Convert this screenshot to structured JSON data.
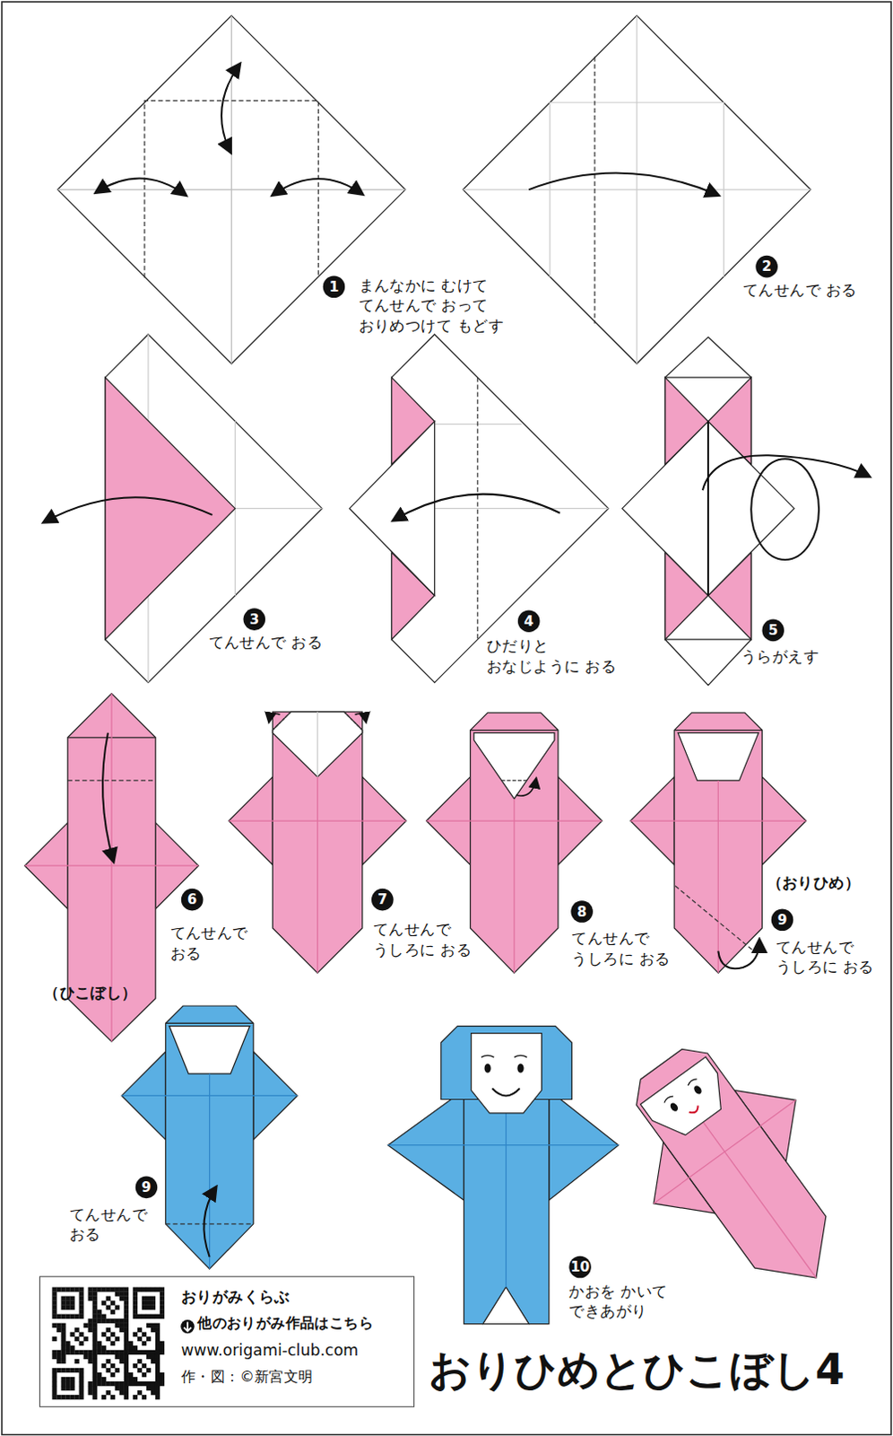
{
  "diagram": {
    "title": "おりひめとひこぼし4",
    "nodes": [
      {
        "text": [
          "おりがみくらぶ",
          "他のおりがみ作品はこちら",
          "www.origami-club.com",
          "作・図：©新宮文明"
        ]
      }
    ],
    "labels": [
      "1",
      "まんなかに むけて てんせんで おって おりめつけて もどす",
      "2",
      "てんせんで おる",
      "3",
      "てんせんで おる",
      "4",
      "ひだりと おなじように おる",
      "5",
      "うらがえす",
      "6",
      "てんせんで おる",
      "7",
      "てんせんで うしろに おる",
      "8",
      "てんせんで うしろに おる",
      "（おりひめ）",
      "9",
      "てんせんで うしろに おる",
      "（ひこぼし）",
      "9",
      "てんせんで おる",
      "10",
      "かおを かいて できあがり"
    ]
  }
}
